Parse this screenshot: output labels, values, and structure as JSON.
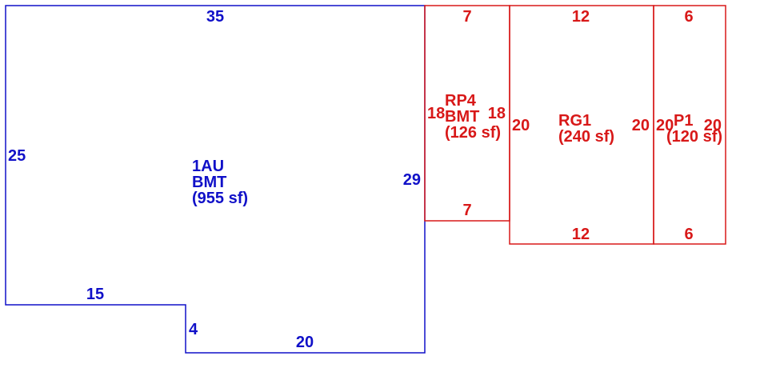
{
  "colors": {
    "primary": "#1010c8",
    "secondary": "#d81818",
    "background": "#ffffff"
  },
  "areas": {
    "main": {
      "code": "1AU",
      "level": "BMT",
      "size": "(955 sf)",
      "dims": {
        "top": "35",
        "left": "25",
        "right": "29",
        "step_top": "15",
        "step_side": "4",
        "bottom": "20"
      }
    },
    "rp4": {
      "code": "RP4",
      "level": "BMT",
      "size": "(126 sf)",
      "dims": {
        "top": "7",
        "left": "18",
        "right": "18",
        "bottom": "7"
      }
    },
    "rg1": {
      "code": "RG1",
      "size": "(240 sf)",
      "dims": {
        "top": "12",
        "left": "20",
        "right": "20",
        "bottom": "12"
      }
    },
    "p1": {
      "code": "P1",
      "size": "(120 sf)",
      "dims": {
        "top": "6",
        "left": "20",
        "right": "20",
        "bottom": "6"
      }
    }
  }
}
